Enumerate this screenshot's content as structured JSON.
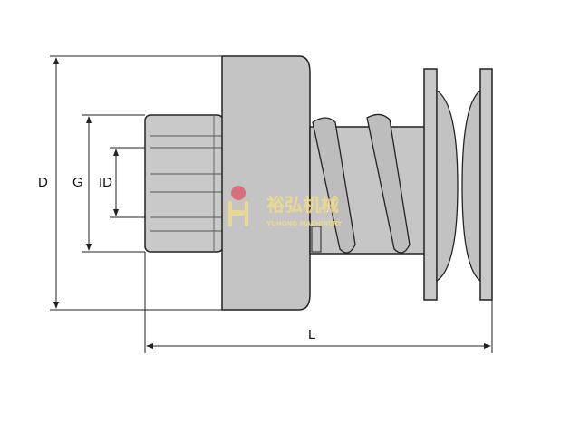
{
  "dimensions": {
    "outer_diameter": "D",
    "gear_diameter": "G",
    "inner_diameter": "ID",
    "length": "L"
  },
  "watermark": {
    "cn": "裕弘机械",
    "en": "YUHONG MACHINERY"
  },
  "colors": {
    "body": "#c8c8c8",
    "line": "#222222",
    "watermark": "#f0dc8a",
    "watermark_dot": "#e06070"
  }
}
